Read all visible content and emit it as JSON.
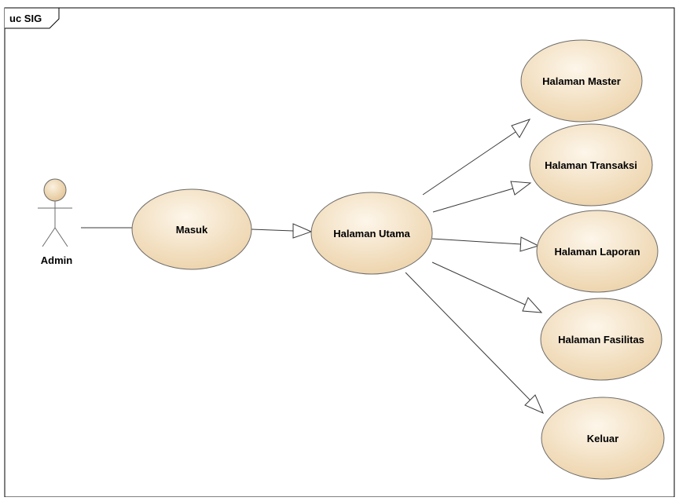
{
  "frame": {
    "title": "uc SIG"
  },
  "actor": {
    "name": "Admin"
  },
  "use_cases": {
    "masuk": "Masuk",
    "halaman_utama": "Halaman Utama",
    "halaman_master": "Halaman Master",
    "halaman_transaksi": "Halaman Transaksi",
    "halaman_laporan": "Halaman Laporan",
    "halaman_fasilitas": "Halaman Fasilitas",
    "keluar": "Keluar"
  },
  "colors": {
    "usecase_fill_light": "#fdf6ea",
    "usecase_fill_dark": "#ecd2a9",
    "usecase_stroke": "#6b6b6b",
    "line": "#3a3a3a",
    "frame": "#000000"
  }
}
